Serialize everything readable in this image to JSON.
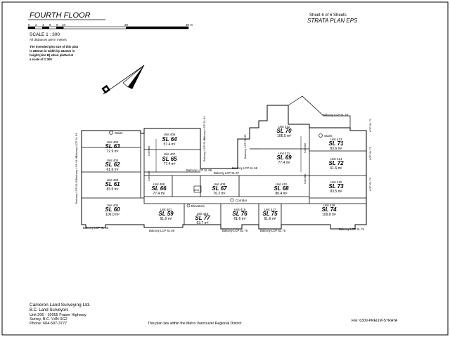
{
  "floor_title": "FOURTH FLOOR",
  "sheet": "Sheet 6 of 6 Sheets",
  "plan_title": "STRATA PLAN EPS",
  "scale_ticks": [
    "0",
    "2",
    "4",
    "6",
    "8",
    "10",
    "20",
    "30 m"
  ],
  "scale_label": "SCALE  1 : 300",
  "distances_note": "All distances are in metres",
  "plot_note": [
    "The intended plot size of this plan",
    "is 280mm in width by 432mm in",
    "height (size B) when plotted at",
    "a scale of 1:300"
  ],
  "units": [
    {
      "unit": "Unit 406",
      "sl": "SL 64",
      "area": "57.4 m²"
    },
    {
      "unit": "Unit 407",
      "sl": "SL 65",
      "area": "77.4 m²"
    },
    {
      "unit": "Unit 405",
      "sl": "SL 63",
      "area": "72.9 m²"
    },
    {
      "unit": "Unit 404",
      "sl": "SL 62",
      "area": "61.6 m²"
    },
    {
      "unit": "Unit 403",
      "sl": "SL 61",
      "area": "83.5 m²"
    },
    {
      "unit": "Unit 402",
      "sl": "SL 60",
      "area": "106.0 m²"
    },
    {
      "unit": "Unit 408",
      "sl": "SL 66",
      "area": "77.4 m²"
    },
    {
      "unit": "Unit 409",
      "sl": "SL 67",
      "area": "76.2 m²"
    },
    {
      "unit": "Unit 410",
      "sl": "SL 68",
      "area": "80.4 m²"
    },
    {
      "unit": "Unit 411",
      "sl": "SL 69",
      "area": "77.4 m²"
    },
    {
      "unit": "Unit 412",
      "sl": "SL 70",
      "area": "106.5 m²"
    },
    {
      "unit": "Unit 413",
      "sl": "SL 71",
      "area": "83.6 m²"
    },
    {
      "unit": "Unit 414",
      "sl": "SL 72",
      "area": "61.6 m²"
    },
    {
      "unit": "Unit 415",
      "sl": "SL 73",
      "area": "83.5 m²"
    },
    {
      "unit": "Unit 416",
      "sl": "SL 74",
      "area": "109.8 m²"
    },
    {
      "unit": "Unit 401",
      "sl": "SL 59",
      "area": "61.6 m²"
    },
    {
      "unit": "Unit 419",
      "sl": "SL 77",
      "area": "53.7 m²"
    },
    {
      "unit": "Unit 418",
      "sl": "SL 76",
      "area": "61.6 m²"
    },
    {
      "unit": "Unit 417",
      "sl": "SL 75",
      "area": "61.6 m²"
    }
  ],
  "labels": {
    "stairs": "Stairs",
    "corridor": "Corridor",
    "elevators": "Elevators",
    "vent": "Vent"
  },
  "balconies": {
    "top": "Balcony LCP SL 70",
    "mid_66": "Balcony LCP SL 66",
    "mid_67": "Balcony LCP SL 67",
    "mid_68": "Balcony LCP SL 68",
    "b60": "Balcony LCP SL 60",
    "b59": "Balcony LCP SL 59",
    "b76": "Balcony LCP SL 76",
    "b75": "Balcony LCP SL 75",
    "b74": "Balcony LCP SL 74",
    "v63": "Balcony LCP SL 63",
    "v62": "Balcony LCP SL 62",
    "v61": "Balcony LCP SL 61",
    "v64": "Balcony LCP SL 64",
    "v65": "Balcony LCP SL 65",
    "v69": "Balcony LCP SL 69",
    "v71": "LCP SL 71",
    "v72": "LCP SL 72",
    "v73": "LCP SL 73"
  },
  "surveyor": {
    "name": "Cameron Land Surveying Ltd.",
    "sub": "B.C. Land Surveyors",
    "addr1": "Unit 206 - 16055 Fraser Highway",
    "addr2": "Surrey, B.C.  V4N 0G2",
    "phone": "Phone:  604-597-3777"
  },
  "district_note": "This plan lies within the Metro Vancouver Regional District",
  "file": "File:  6309-PRELIM-STRATA"
}
